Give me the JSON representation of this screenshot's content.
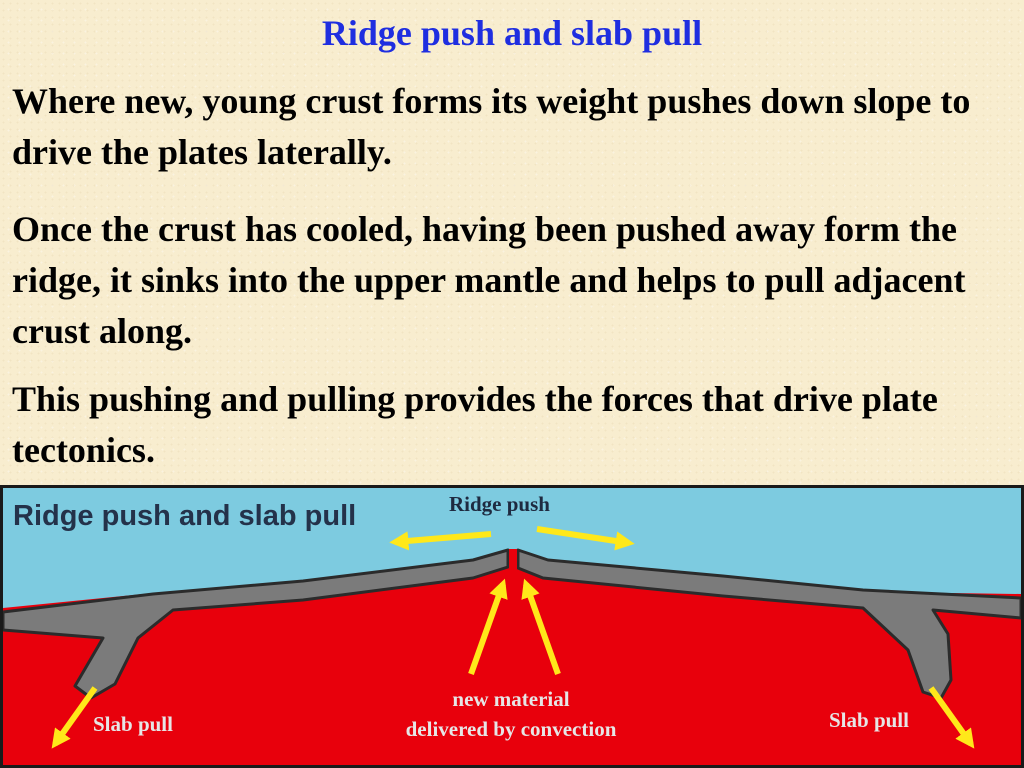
{
  "slide": {
    "title": "Ridge push and slab pull",
    "paragraphs": [
      "Where new, young crust forms its weight pushes down slope to drive the plates laterally.",
      "Once the crust has cooled, having been pushed away form the ridge, it sinks into the upper mantle and helps to pull adjacent crust along.",
      "This pushing and pulling provides the forces that drive plate tectonics."
    ]
  },
  "diagram": {
    "title": "Ridge push and slab pull",
    "labels": {
      "ridge_push": "Ridge push",
      "new_material_line1": "new material",
      "new_material_line2": "delivered by convection",
      "slab_pull_left": "Slab pull",
      "slab_pull_right": "Slab pull"
    },
    "colors": {
      "ocean": "#7dcbe0",
      "mantle": "#e8000c",
      "plate": "#7b7b7b",
      "plate_outline": "#2b2b2b",
      "arrow": "#ffe81a",
      "slide_title": "#1f2ee0"
    }
  }
}
